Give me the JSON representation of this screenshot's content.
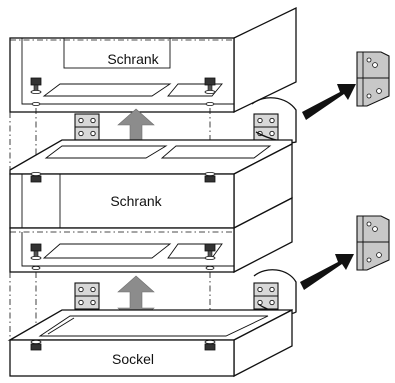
{
  "labels": {
    "top_cabinet": "Schrank",
    "middle_cabinet": "Schrank",
    "base": "Sockel"
  },
  "icons": [
    "connector-plate-icon",
    "bolt-icon",
    "washer-icon",
    "double-arrow-icon",
    "pointer-arrow-icon",
    "magnifier-callout-icon"
  ],
  "colors": {
    "line": "#111111",
    "arrow_fill": "#8c8c8c",
    "plate_fill": "#c8c8c8",
    "pointer_fill": "#111111"
  }
}
